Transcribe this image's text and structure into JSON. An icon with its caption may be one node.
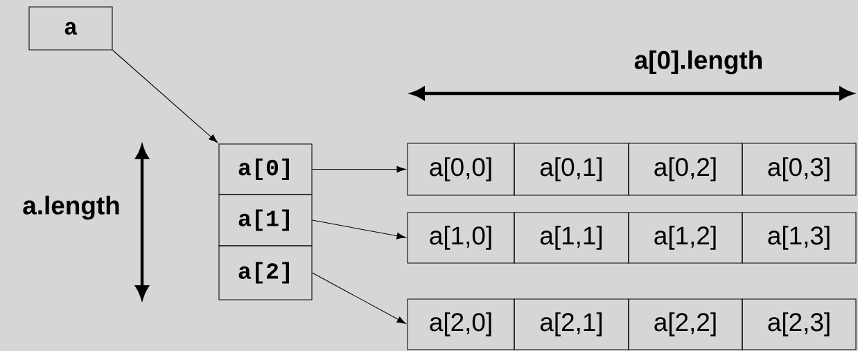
{
  "diagram": {
    "nodes": [
      {
        "text": [
          "a"
        ]
      },
      {
        "text": [
          "a[0]"
        ]
      },
      {
        "text": [
          "a[1]"
        ]
      },
      {
        "text": [
          "a[2]"
        ]
      },
      {
        "text": [
          "a[0,0]"
        ]
      },
      {
        "text": [
          "a[0,1]"
        ]
      },
      {
        "text": [
          "a[0,2]"
        ]
      },
      {
        "text": [
          "a[0,3]"
        ]
      },
      {
        "text": [
          "a[1,0]"
        ]
      },
      {
        "text": [
          "a[1,1]"
        ]
      },
      {
        "text": [
          "a[1,2]"
        ]
      },
      {
        "text": [
          "a[1,3]"
        ]
      },
      {
        "text": [
          "a[2,0]"
        ]
      },
      {
        "text": [
          "a[2,1]"
        ]
      },
      {
        "text": [
          "a[2,2]"
        ]
      },
      {
        "text": [
          "a[2,3]"
        ]
      }
    ],
    "edges": [
      {
        "from": 0,
        "to": 1,
        "arrow": "to"
      },
      {
        "from": 1,
        "to": 4,
        "arrow": "to"
      },
      {
        "from": 2,
        "to": 8,
        "arrow": "to"
      },
      {
        "from": 3,
        "to": 12,
        "arrow": "to"
      }
    ],
    "labels": [
      "a[0].length",
      "a.length"
    ]
  }
}
